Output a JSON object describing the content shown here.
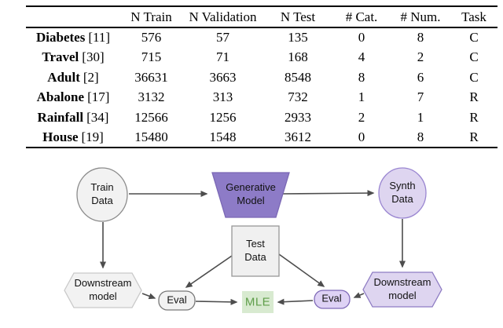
{
  "table": {
    "columns": [
      "",
      "N Train",
      "N Validation",
      "N Test",
      "# Cat.",
      "# Num.",
      "Task"
    ],
    "rows": [
      {
        "name": "Diabetes",
        "ref": "[11]",
        "n_train": "576",
        "n_validation": "57",
        "n_test": "135",
        "n_cat": "0",
        "n_num": "8",
        "task": "C"
      },
      {
        "name": "Travel",
        "ref": "[30]",
        "n_train": "715",
        "n_validation": "71",
        "n_test": "168",
        "n_cat": "4",
        "n_num": "2",
        "task": "C"
      },
      {
        "name": "Adult",
        "ref": "[2]",
        "n_train": "36631",
        "n_validation": "3663",
        "n_test": "8548",
        "n_cat": "8",
        "n_num": "6",
        "task": "C"
      },
      {
        "name": "Abalone",
        "ref": "[17]",
        "n_train": "3132",
        "n_validation": "313",
        "n_test": "732",
        "n_cat": "1",
        "n_num": "7",
        "task": "R"
      },
      {
        "name": "Rainfall",
        "ref": "[34]",
        "n_train": "12566",
        "n_validation": "1256",
        "n_test": "2933",
        "n_cat": "2",
        "n_num": "1",
        "task": "R"
      },
      {
        "name": "House",
        "ref": "[19]",
        "n_train": "15480",
        "n_validation": "1548",
        "n_test": "3612",
        "n_cat": "0",
        "n_num": "8",
        "task": "R"
      }
    ]
  },
  "diagram": {
    "nodes": {
      "train_data": {
        "label": "Train\nData"
      },
      "generative_model": {
        "label": "Generative\nModel"
      },
      "synth_data": {
        "label": "Synth\nData"
      },
      "test_data": {
        "label": "Test\nData"
      },
      "downstream_left": {
        "label": "Downstream\nmodel"
      },
      "downstream_right": {
        "label": "Downstream\nmodel"
      },
      "eval_left": {
        "label": "Eval"
      },
      "eval_right": {
        "label": "Eval"
      },
      "mle": {
        "label": "MLE"
      }
    },
    "colors": {
      "purple_fill": "#8d7bc7",
      "purple_border": "#7b68b5",
      "light_purple_fill": "#ded5f0",
      "light_purple_border": "#9a86d1",
      "gray_fill": "#f2f2f2",
      "gray_border": "#979797",
      "green_text": "#5f9e4a",
      "green_bg": "#d8ead0",
      "arrow": "#4d4d4d"
    }
  }
}
